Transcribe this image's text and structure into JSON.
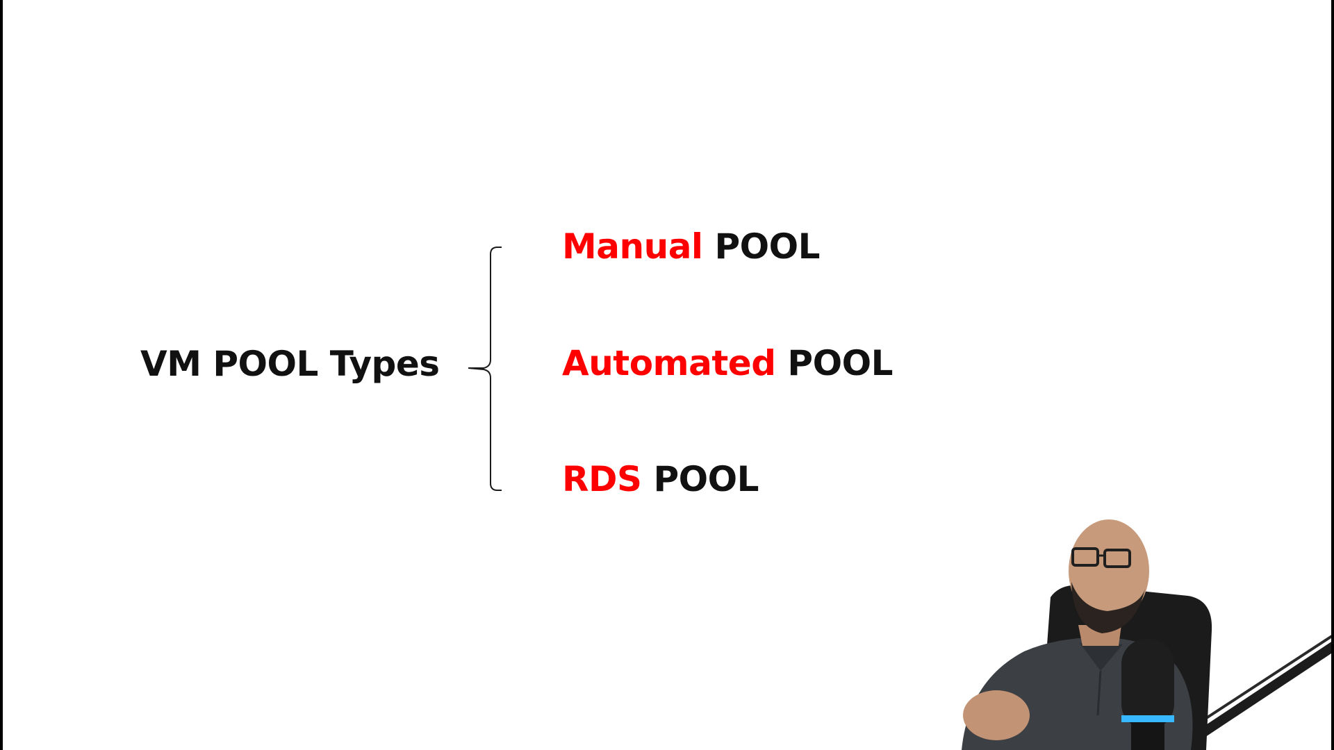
{
  "slide": {
    "main_label": "VM POOL Types",
    "pools": [
      {
        "keyword": "Manual",
        "suffix": "POOL"
      },
      {
        "keyword": "Automated",
        "suffix": "POOL"
      },
      {
        "keyword": "RDS",
        "suffix": "POOL"
      }
    ],
    "colors": {
      "keyword": "#ff0000",
      "text": "#111111",
      "background": "#ffffff",
      "frame": "#000000"
    }
  },
  "overlay": {
    "presenter_icon": "presenter-webcam",
    "microphone_icon": "microphone-icon"
  }
}
